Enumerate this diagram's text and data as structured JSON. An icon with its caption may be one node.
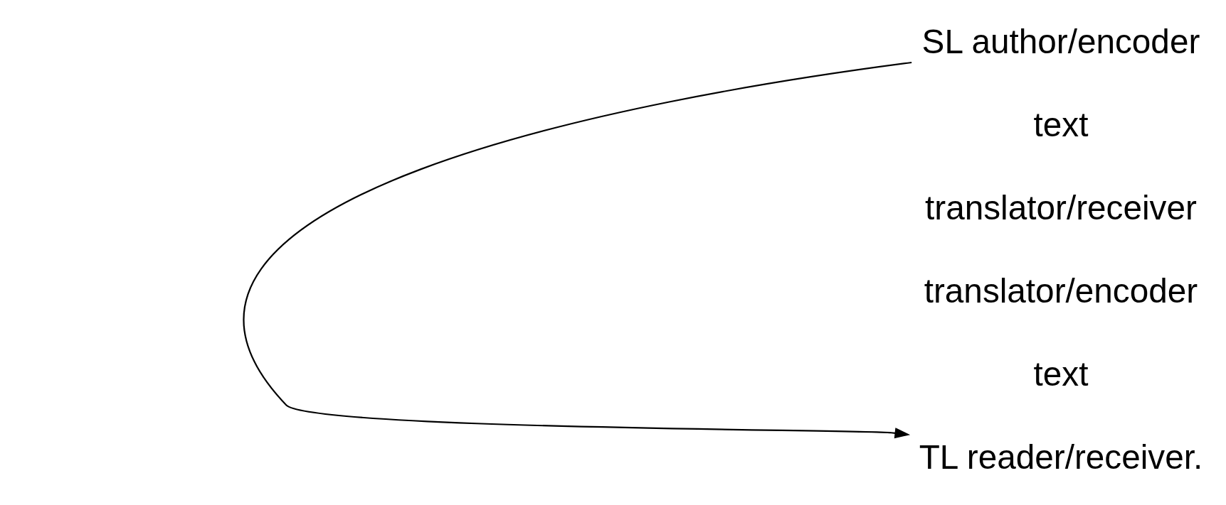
{
  "diagram": {
    "nodes": [
      {
        "text": [
          "SL author/encoder"
        ]
      },
      {
        "text": [
          "TL reader/receiver."
        ]
      }
    ],
    "edges": [
      {
        "from": 0,
        "to": 1,
        "arrow": "to"
      }
    ],
    "labels": [
      "text",
      "translator/receiver",
      "translator/encoder",
      "text"
    ]
  }
}
